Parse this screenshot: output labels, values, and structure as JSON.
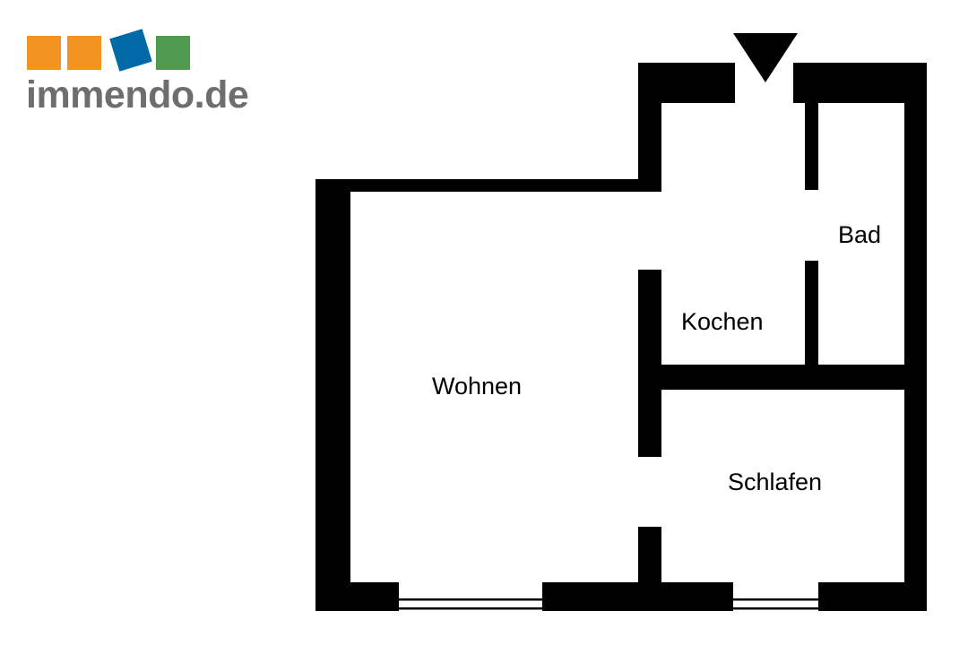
{
  "logo": {
    "text": "immendo.de",
    "colors": {
      "orange": "#f39322",
      "blue": "#0069a6",
      "green": "#4f9a4e",
      "text": "#6d6e70"
    }
  },
  "plan": {
    "wall_color": "#000000",
    "entrance_marker": "triangle-down",
    "rooms": {
      "bath": "Bad",
      "kitchen": "Kochen",
      "living": "Wohnen",
      "bedroom": "Schlafen"
    }
  }
}
